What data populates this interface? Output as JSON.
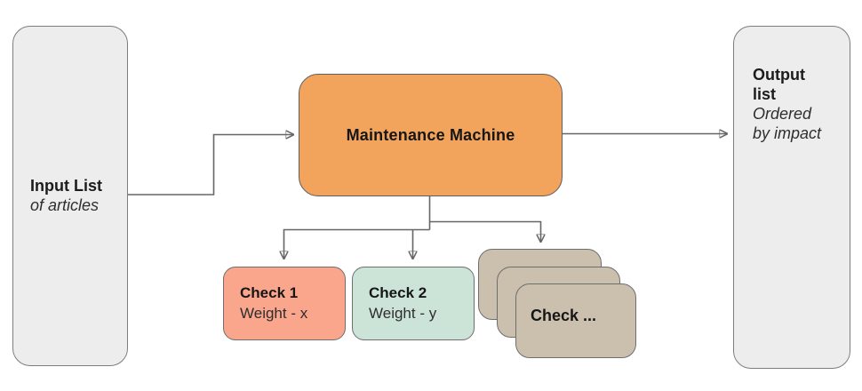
{
  "diagram": {
    "nodes": {
      "input": {
        "title": "Input List",
        "subtitle": "of articles"
      },
      "machine": {
        "title": "Maintenance Machine"
      },
      "output": {
        "title": "Output list",
        "subtitle": "Ordered by impact"
      },
      "check1": {
        "title": "Check 1",
        "subtitle": "Weight - x"
      },
      "check2": {
        "title": "Check 2",
        "subtitle": "Weight - y"
      },
      "check_more": {
        "title": "Check ..."
      }
    }
  },
  "colors": {
    "node-gray": "#ededed",
    "node-gray-border": "#7d7d7d",
    "machine-orange": "#f2a45c",
    "machine-border": "#5e5e5e",
    "check1-salmon": "#f9a68c",
    "check2-teal": "#cce3d8",
    "stack-tan": "#cbc0ad",
    "check-border": "#6e6e6e",
    "connector": "#666666",
    "text-dark": "#1c1c1c"
  }
}
